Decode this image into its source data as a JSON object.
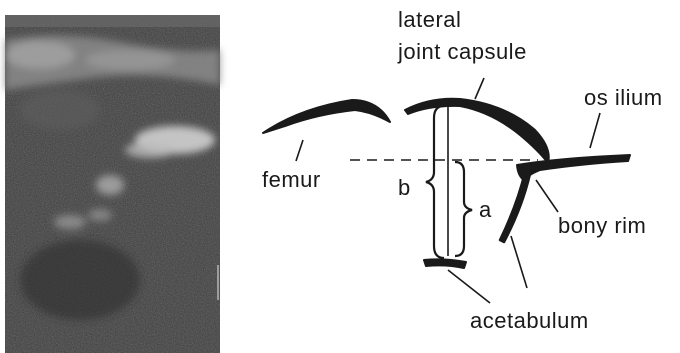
{
  "labels": {
    "lateral": "lateral",
    "joint_capsule": "joint capsule",
    "os_ilium": "os ilium",
    "femur": "femur",
    "b": "b",
    "a": "a",
    "bony_rim": "bony rim",
    "acetabulum": "acetabulum"
  },
  "colors": {
    "ink": "#1a1a1a",
    "ultrasound_background": "#3c3c3c",
    "page": "#ffffff"
  }
}
